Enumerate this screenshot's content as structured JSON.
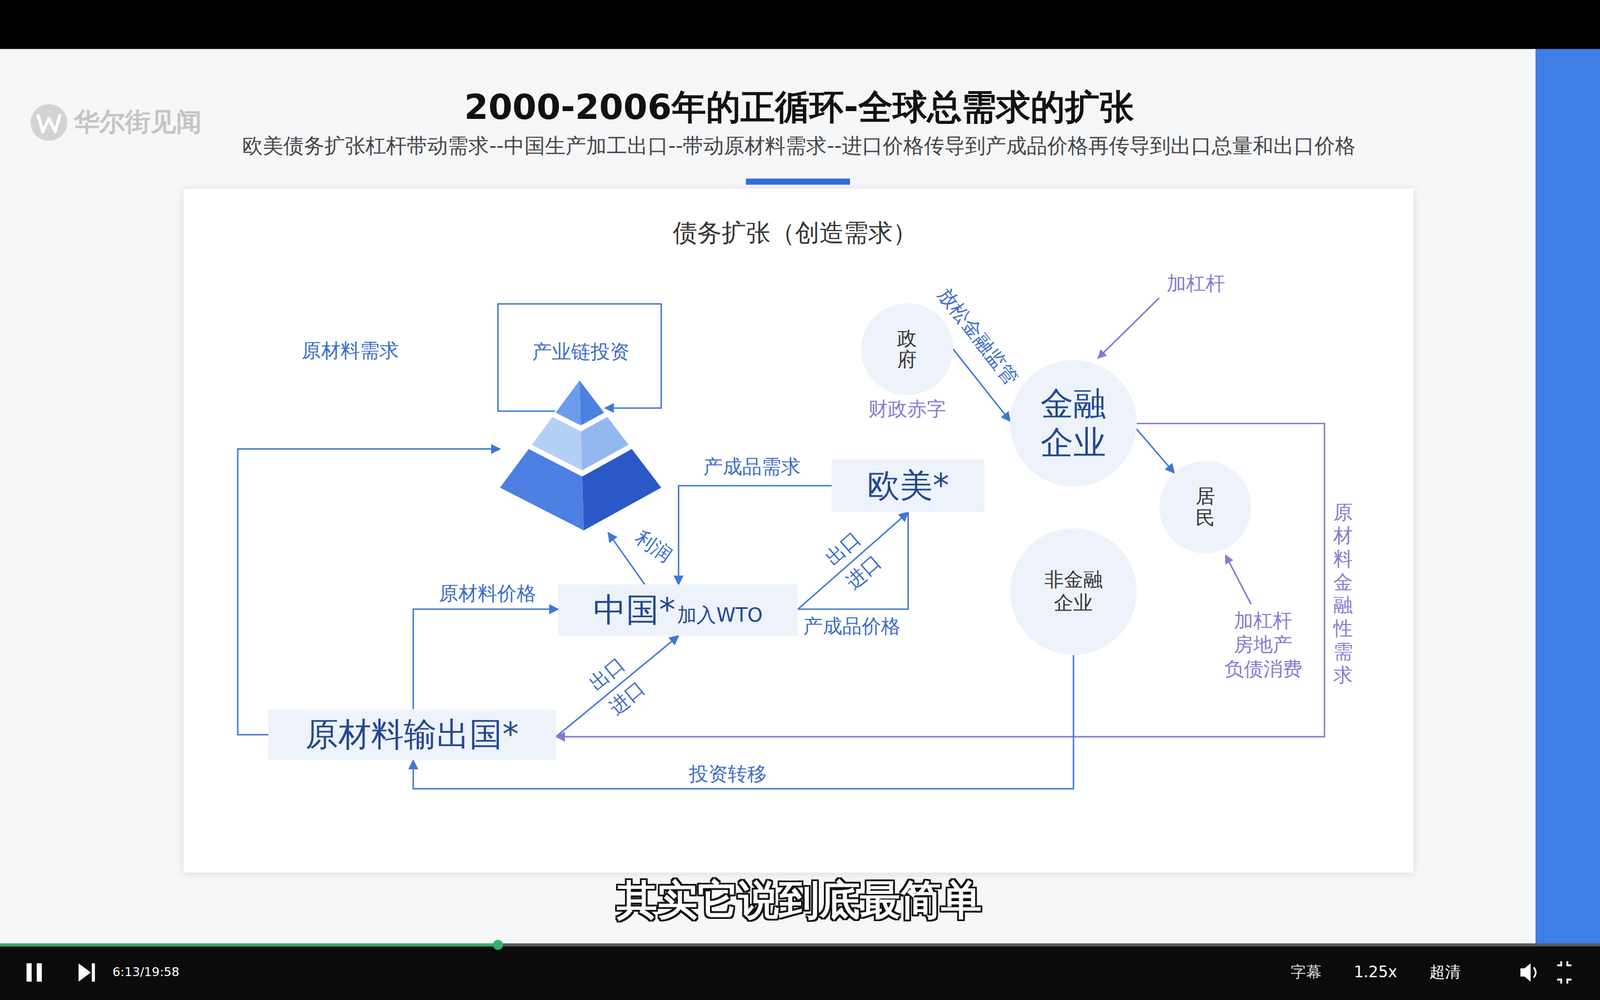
{
  "diagram": {
    "title": "2000-2006年的正循环-全球总需求的扩张",
    "nodes": [
      {
        "text": [
          "产业链投资"
        ]
      },
      {
        "text": [
          "欧美*"
        ]
      },
      {
        "text": [
          "中国*",
          "加入WTO"
        ]
      },
      {
        "text": [
          "原材料输出国*"
        ]
      },
      {
        "text": [
          "政府"
        ]
      },
      {
        "text": [
          "金融 企业"
        ]
      },
      {
        "text": [
          "居民"
        ]
      },
      {
        "text": [
          "非金融 企业"
        ]
      }
    ],
    "edges": [
      {
        "from": 1,
        "to": 2,
        "label": "产成品需求",
        "arrow": "to"
      },
      {
        "from": 2,
        "to": 1,
        "label": "出口 进口",
        "arrow": "to"
      },
      {
        "from": 1,
        "to": 2,
        "label": "产成品价格",
        "arrow": "none"
      },
      {
        "from": 3,
        "to": 2,
        "label": "出口 进口",
        "arrow": "to"
      },
      {
        "from": 3,
        "to": 2,
        "label": "原材料价格",
        "arrow": "to"
      },
      {
        "from": 3,
        "to": 0,
        "label": "原材料需求",
        "arrow": "to"
      },
      {
        "from": 2,
        "to": 0,
        "label": "利润",
        "arrow": "to"
      },
      {
        "from": 4,
        "to": 5,
        "label": "放松金融监管",
        "arrow": "to"
      },
      {
        "from": 5,
        "to": 6,
        "arrow": "to"
      },
      {
        "from": 5,
        "to": 3,
        "label": "原材料金融性需求",
        "arrow": "to"
      },
      {
        "from": 7,
        "to": 3,
        "label": "投资转移",
        "arrow": "to"
      }
    ],
    "labels": [
      "华尔街见闻",
      "欧美债务扩张杠杆带动需求--中国生产加工出口--带动原材料需求--进口价格传导到产成品价格再传导到出口总量和出口价格",
      "债务扩张（创造需求）",
      "加杠杆",
      "财政赤字",
      "加杠杆 房地产 负债消费",
      "其实它说到底最简单",
      "6:13/19:58",
      "字幕",
      "1.25x",
      "超清"
    ]
  }
}
